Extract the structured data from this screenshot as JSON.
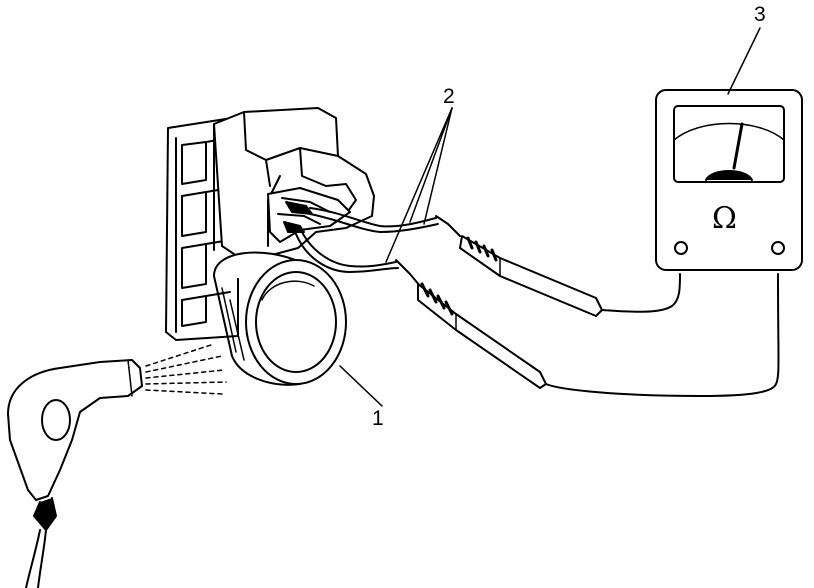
{
  "labels": {
    "sensor": "1",
    "leads": "2",
    "meter": "3"
  },
  "meter_symbol": "Ω",
  "colors": {
    "line": "#000000",
    "background": "#ffffff",
    "shade": "#cccccc"
  }
}
